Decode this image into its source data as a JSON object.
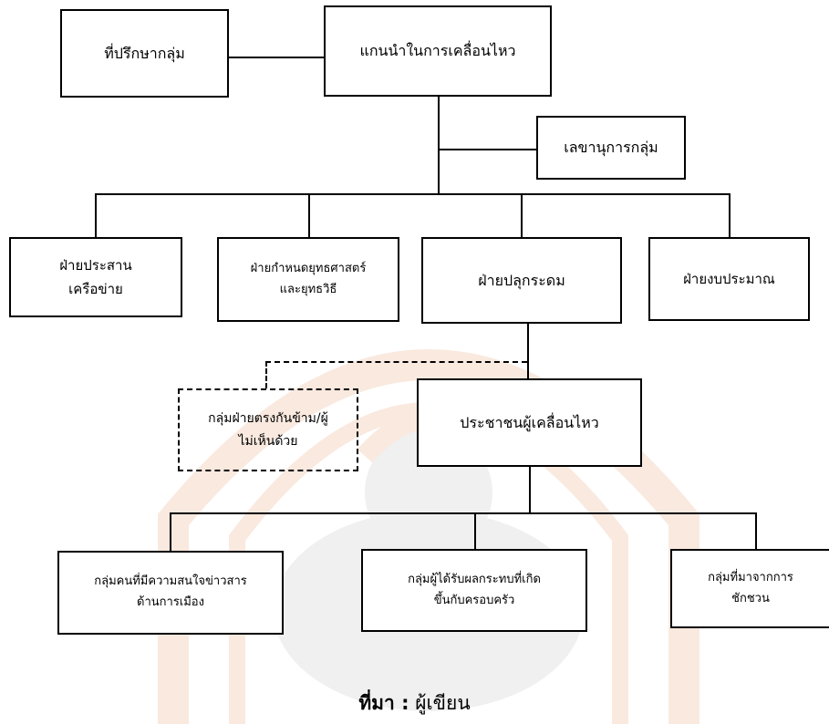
{
  "nodes": {
    "advisor": "ที่ปรึกษากลุ่ม",
    "leader": "แกนนำในการเคลื่อนไหว",
    "secretary": "เลขานุการกลุ่ม",
    "network": "ฝ่ายประสาน\nเครือข่าย",
    "strategy": "ฝ่ายกำหนดยุทธศาสตร์\nและยุทธวิธี",
    "mobilize": "ฝ่ายปลุกระดม",
    "budget": "ฝ่ายงบประมาณ",
    "opposition": "กลุ่มฝ่ายตรงกันข้าม/ผู้\nไม่เห็นด้วย",
    "movement_people": "ประชาชนผู้เคลื่อนไหว",
    "political_interest": "กลุ่มคนที่มีความสนใจข่าวสาร\nด้านการเมือง",
    "family_affected": "กลุ่มผู้ได้รับผลกระทบที่เกิด\nขึ้นกับครอบครัว",
    "persuaded": "กลุ่มที่มาจากการ\nชักชวน"
  },
  "source": {
    "label": "ที่มา :",
    "value": "ผู้เขียน"
  },
  "colors": {
    "line": "#000000",
    "background": "#ffffff",
    "watermark_orange": "#e8a070",
    "watermark_gray": "#bdbdbd"
  }
}
